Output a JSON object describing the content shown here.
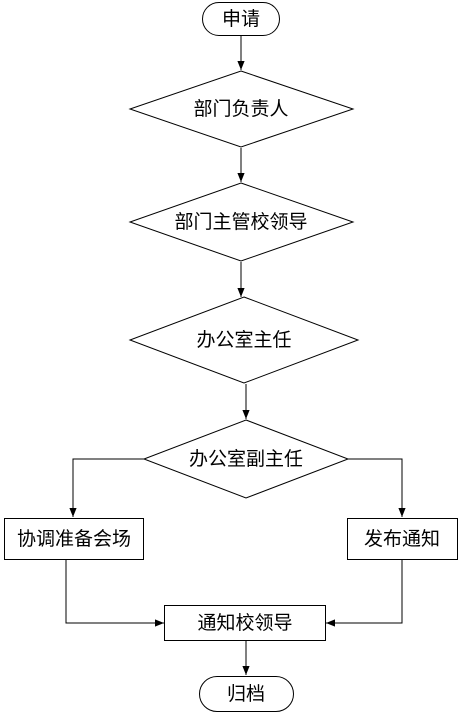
{
  "flowchart": {
    "nodes": {
      "start": {
        "label": "申请",
        "shape": "terminal"
      },
      "dept_head": {
        "label": "部门负责人",
        "shape": "decision"
      },
      "dept_leader": {
        "label": "部门主管校领导",
        "shape": "decision"
      },
      "office_director": {
        "label": "办公室主任",
        "shape": "decision"
      },
      "office_deputy": {
        "label": "办公室副主任",
        "shape": "decision"
      },
      "coordinate_venue": {
        "label": "协调准备会场",
        "shape": "process"
      },
      "publish_notice": {
        "label": "发布通知",
        "shape": "process"
      },
      "notify_leaders": {
        "label": "通知校领导",
        "shape": "process"
      },
      "archive": {
        "label": "归档",
        "shape": "terminal"
      }
    },
    "edges": [
      {
        "from": "start",
        "to": "dept_head"
      },
      {
        "from": "dept_head",
        "to": "dept_leader"
      },
      {
        "from": "dept_leader",
        "to": "office_director"
      },
      {
        "from": "office_director",
        "to": "office_deputy"
      },
      {
        "from": "office_deputy",
        "to": "coordinate_venue"
      },
      {
        "from": "office_deputy",
        "to": "publish_notice"
      },
      {
        "from": "coordinate_venue",
        "to": "notify_leaders"
      },
      {
        "from": "publish_notice",
        "to": "notify_leaders"
      },
      {
        "from": "notify_leaders",
        "to": "archive"
      }
    ],
    "colors": {
      "stroke": "#000000",
      "fill": "#ffffff",
      "text": "#000000"
    }
  }
}
